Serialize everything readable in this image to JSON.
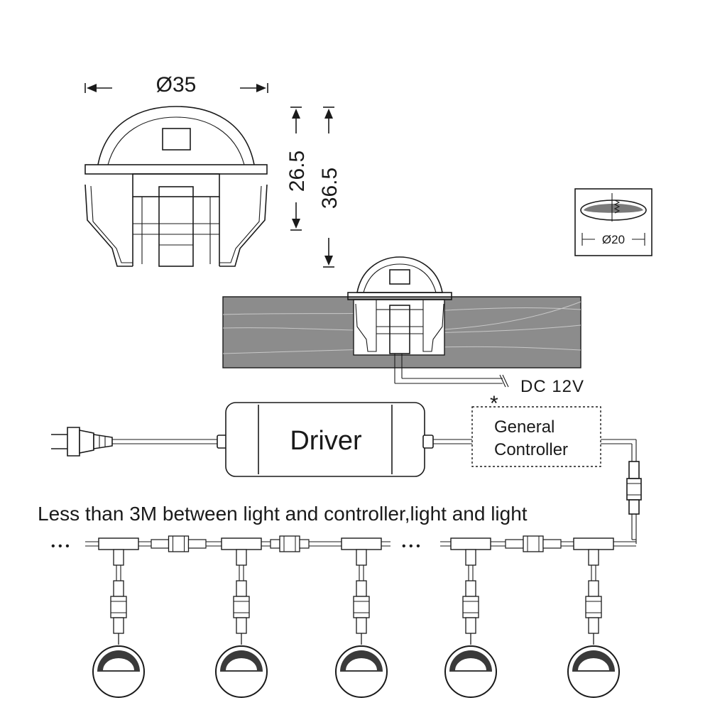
{
  "dimensions": {
    "diameter_label": "Ø35",
    "height_short_label": "26.5",
    "height_long_label": "36.5",
    "hole_diameter_label": "Ø20"
  },
  "install": {
    "voltage_label": "DC 12V",
    "asterisk": "*"
  },
  "driver": {
    "label": "Driver"
  },
  "controller": {
    "line1": "General",
    "line2": "Controller"
  },
  "note": "Less than 3M between light and controller,light and light",
  "ellipsis": "• • •",
  "colors": {
    "line": "#1a1a1a",
    "wood": "#8c8c8c",
    "lamp_dark": "#3a3a3a"
  },
  "icons": [
    "power-plug-icon",
    "lamp-icon",
    "connector-icon",
    "t-junction-icon",
    "drill-hole-icon"
  ]
}
